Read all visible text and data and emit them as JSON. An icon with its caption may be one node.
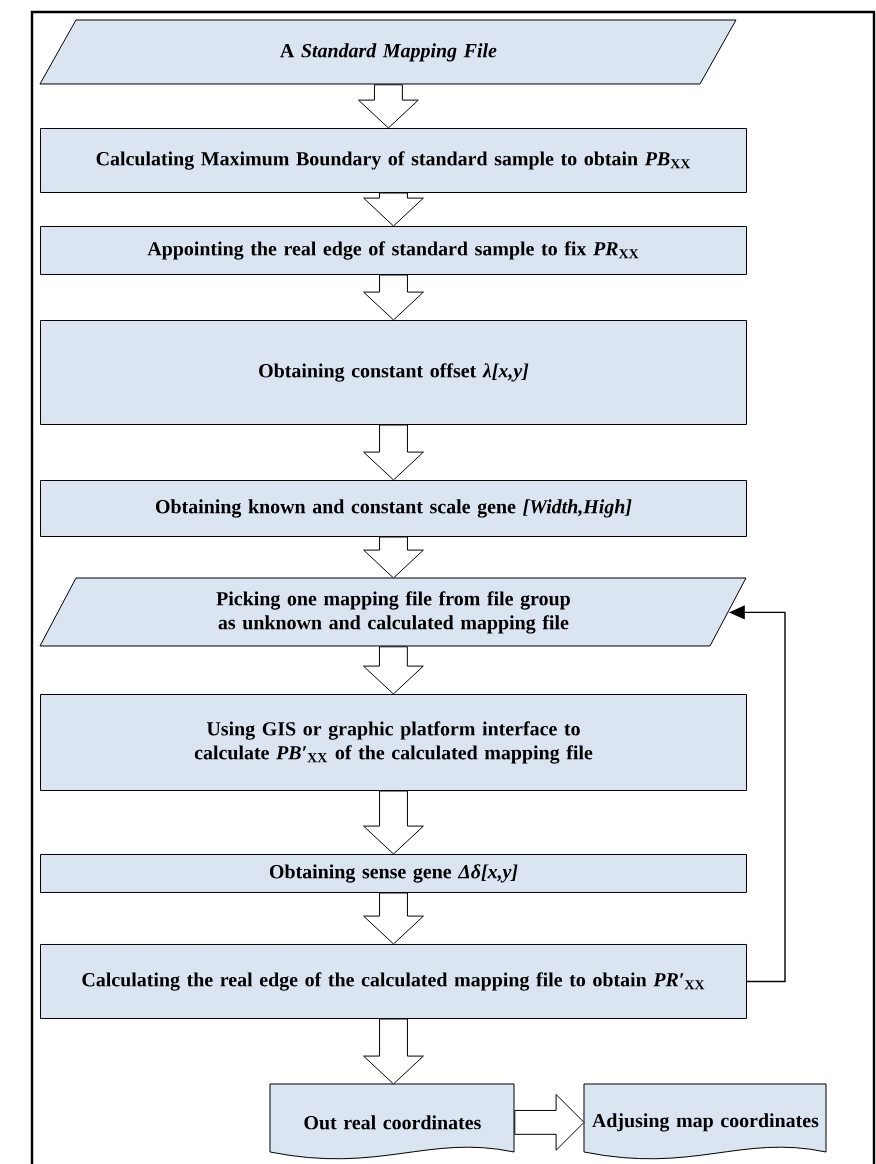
{
  "diagram": {
    "nodes": [
      {
        "text": [
          "A *Standard  Mapping File*"
        ]
      },
      {
        "text": [
          "Calculating Maximum Boundary of standard sample to obtain *PB*$_{XX}$"
        ]
      },
      {
        "text": [
          "Appointing the real edge of standard sample to fix *PR*$_{XX}$"
        ]
      },
      {
        "text": [
          "Obtaining constant offset *λ[x,y]*"
        ]
      },
      {
        "text": [
          "Obtaining known and constant scale gene *[Width,High]*"
        ]
      },
      {
        "text": [
          "Picking one mapping file from file group as unknown and calculated mapping file"
        ]
      },
      {
        "text": [
          "Using GIS or graphic platform interface to calculate *PB′*$_{XX}$ of the calculated mapping file"
        ]
      },
      {
        "text": [
          "Obtaining sense gene *Δδ[x,y]*"
        ]
      },
      {
        "text": [
          "Calculating the real edge of the calculated mapping file to obtain *PR′*$_{XX}$"
        ]
      },
      {
        "text": [
          "Out real coordinates"
        ]
      },
      {
        "text": [
          "Adjusing map coordinates"
        ]
      }
    ],
    "edges": [
      {
        "from": 0,
        "to": 1,
        "arrow": "to"
      },
      {
        "from": 1,
        "to": 2,
        "arrow": "to"
      },
      {
        "from": 2,
        "to": 3,
        "arrow": "to"
      },
      {
        "from": 3,
        "to": 4,
        "arrow": "to"
      },
      {
        "from": 4,
        "to": 5,
        "arrow": "to"
      },
      {
        "from": 5,
        "to": 6,
        "arrow": "to"
      },
      {
        "from": 6,
        "to": 7,
        "arrow": "to"
      },
      {
        "from": 7,
        "to": 8,
        "arrow": "to"
      },
      {
        "from": 8,
        "to": 9,
        "arrow": "to"
      },
      {
        "from": 9,
        "to": 10,
        "arrow": "to"
      },
      {
        "from": 8,
        "to": 5,
        "arrow": "to"
      }
    ]
  }
}
